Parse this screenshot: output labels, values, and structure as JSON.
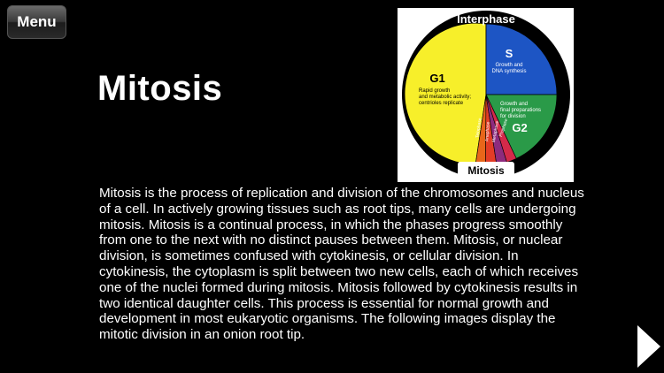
{
  "nav": {
    "menu_label": "Menu"
  },
  "page": {
    "title": "Mitosis"
  },
  "diagram": {
    "ring_top_label": "Interphase",
    "ring_bottom_label": "Mitosis",
    "s": {
      "label": "S",
      "desc1": "Growth and",
      "desc2": "DNA synthesis"
    },
    "g1": {
      "label": "G1",
      "desc1": "Rapid growth",
      "desc2": "and metabolic activity;",
      "desc3": "centrioles replicate"
    },
    "g2": {
      "label": "G2",
      "desc1": "Growth and",
      "desc2": "final preparations",
      "desc3": "for division"
    },
    "phases": [
      "Telophase",
      "Anaphase",
      "Metaphase",
      "Prophase"
    ],
    "colors": {
      "ring": "#000000",
      "g1": "#f7ef2a",
      "s": "#1d55c4",
      "g2": "#2a9a48",
      "telophase": "#e8661a",
      "anaphase": "#e33c26",
      "metaphase": "#8e2b7e",
      "prophase": "#d42a4a"
    }
  },
  "body": {
    "paragraph": "Mitosis is the process of replication and division of the chromosomes and nucleus of a cell. In actively growing tissues such as root tips, many cells are undergoing mitosis. Mitosis is a continual process, in which the phases progress smoothly from one to the next with no distinct pauses between them. Mitosis, or nuclear division, is sometimes confused with cytokinesis, or cellular division. In cytokinesis, the cytoplasm is split between two new cells, each of which receives one of the nuclei formed during mitosis. Mitosis followed by cytokinesis results in two identical daughter cells. This process is essential for normal growth and development in most eukaryotic organisms. The following images display the mitotic division in an onion root tip."
  },
  "icons": {
    "next": "next-arrow-icon"
  }
}
